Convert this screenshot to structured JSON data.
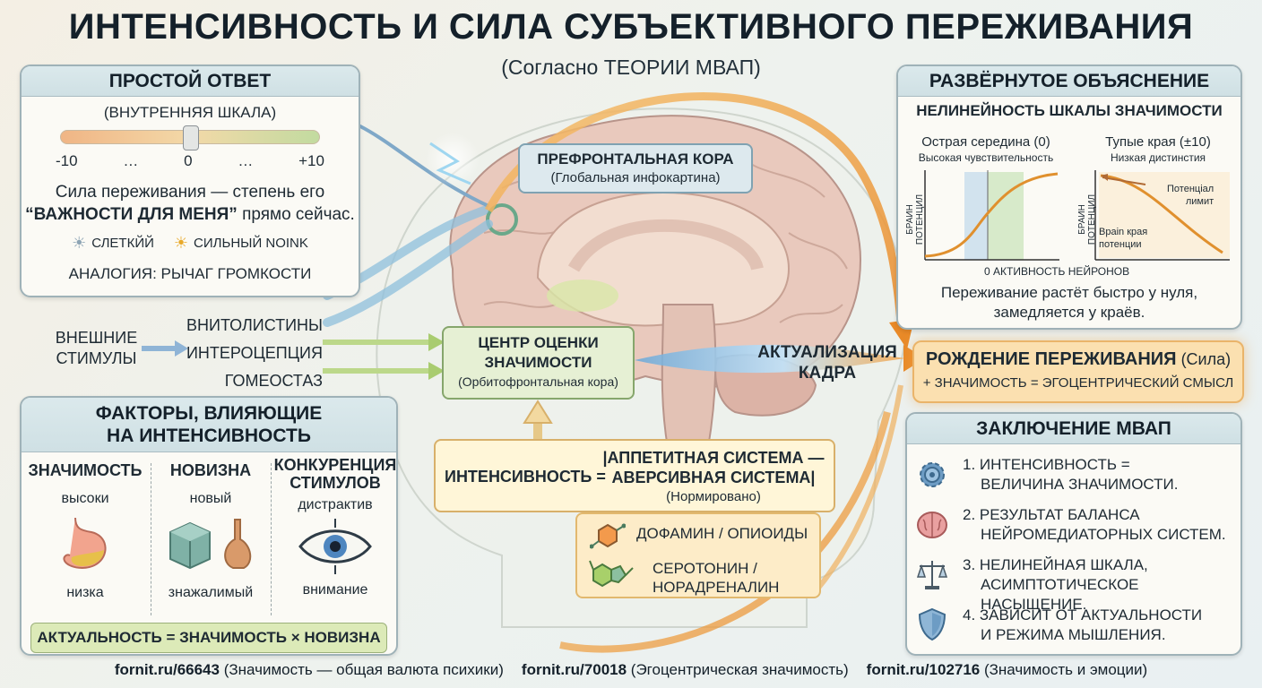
{
  "header": {
    "title": "ИНТЕНСИВНОСТЬ И СИЛА СУБЪЕКТИВНОГО ПЕРЕЖИВАНИЯ",
    "subtitle": "(Согласно ТЕОРИИ МВАП)"
  },
  "simple": {
    "heading": "ПРОСТОЙ ОТВЕТ",
    "scale_label": "(ВНУТРЕННЯЯ ШКАЛА)",
    "scale_value": 0,
    "ticks": [
      "-10",
      "…",
      "0",
      "…",
      "+10"
    ],
    "text1": "Сила переживания — степень его",
    "text2_bold": "“ВАЖНОСТИ ДЛЯ МЕНЯ”",
    "text2_rest": " прямо сейчас.",
    "weak": "СЛЕТКЙЙ",
    "strong": "СИЛЬНЫЙ NOINK",
    "analogy": "АНАЛОГИЯ: РЫЧАГ ГРОМКОСТИ"
  },
  "inputs": {
    "external1": "ВНЕШНИЕ",
    "external2": "СТИМУЛЫ",
    "items": [
      "ВНИТОЛИСТИНЫ",
      "ИНТЕРОЦЕПЦИЯ",
      "ГОМЕОСТАЗ"
    ]
  },
  "factors": {
    "heading1": "ФАКТОРЫ, ВЛИЯЮЩИЕ",
    "heading2": "НА ИНТЕНСИВНОСТЬ",
    "cols": [
      {
        "title": "ЗНАЧИМОСТЬ",
        "top": "высоки",
        "bottom": "низка"
      },
      {
        "title": "НОВИЗНА",
        "top": "новый",
        "bottom": "знажалимый"
      },
      {
        "title1": "КОНКУРЕНЦИЯ",
        "title2": "СТИМУЛОВ",
        "top": "дистрактив",
        "bottom": "внимание"
      }
    ],
    "formula": "АКТУАЛЬНОСТЬ = ЗНАЧИМОСТЬ × НОВИЗНА"
  },
  "brain": {
    "prefrontal_title": "ПРЕФРОНТАЛЬНАЯ КОРА",
    "prefrontal_sub": "(Глобальная инфокартина)",
    "center_title1": "ЦЕНТР ОЦЕНКИ",
    "center_title2": "ЗНАЧИМОСТИ",
    "center_sub": "(Орбитофронтальная кора)",
    "actualization1": "АКТУАЛИЗАЦИЯ",
    "actualization2": "КАДРА"
  },
  "intensity": {
    "label": "ИНТЕНСИВНОСТЬ =",
    "line1": "|АППЕТИТНАЯ СИСТЕМА —",
    "line2": "АВЕРСИВНАЯ СИСТЕМА|",
    "note": "(Нормировано)"
  },
  "mediators": {
    "item1": "ДОФАМИН / ОПИОИДЫ",
    "item2a": "СЕРОТОНИН /",
    "item2b": "НОРАДРЕНАЛИН"
  },
  "expanded": {
    "heading": "РАЗВЁРНУТОЕ ОБЪЯСНЕНИЕ",
    "subheading": "НЕЛИНЕЙНОСТЬ ШКАЛЫ ЗНАЧИМОСТИ",
    "left_title": "Острая середина (0)",
    "left_sub": "Высокая чувствительность",
    "right_title": "Тупые края (±10)",
    "right_sub": "Низкая дистинстия",
    "y_label": "БРАИН ПОТЕНЦИЛ",
    "x_label": "0  АКТИВНОСТЬ НЕЙРОНОВ",
    "right_note1a": "Потенціал",
    "right_note1b": "лимит",
    "right_note2a": "Врain края",
    "right_note2b": "потенции",
    "text1": "Переживание растёт быстро у нуля,",
    "text2": "замедляется у краёв."
  },
  "birth": {
    "title": "РОЖДЕНИЕ ПЕРЕЖИВАНИЯ",
    "title_suffix": " (Сила)",
    "sub": "+ ЗНАЧИМОСТЬ = ЭГОЦЕНТРИЧЕСКИЙ СМЫСЛ"
  },
  "conclusion": {
    "heading": "ЗАКЛЮЧЕНИЕ МВАП",
    "items": [
      {
        "l1": "1. ИНТЕНСИВНОСТЬ =",
        "l2": "ВЕЛИЧИНА ЗНАЧИМОСТИ."
      },
      {
        "l1": "2. РЕЗУЛЬТАТ БАЛАНСА",
        "l2": "НЕЙРОМЕДИАТОРНЫХ СИСТЕМ."
      },
      {
        "l1": "3. НЕЛИНЕЙНАЯ ШКАЛА,",
        "l2": "АСИМПТОТИЧЕСКОЕ НАСЫЩЕНИЕ."
      },
      {
        "l1": "4. ЗАВИСИТ ОТ АКТУАЛЬНОСТИ",
        "l2": "И РЕЖИМА МЫШЛЕНИЯ."
      }
    ]
  },
  "footer": [
    {
      "url": "fornit.ru/66643",
      "desc": " (Значимость — общая валюта психики)"
    },
    {
      "url": "fornit.ru/70018",
      "desc": " (Эгоцентрическая значимость)"
    },
    {
      "url": "fornit.ru/102716",
      "desc": " (Значимость и эмоции)"
    }
  ],
  "colors": {
    "panel_head": "#d4e4e8",
    "accent_orange": "#f0a040",
    "accent_blue": "#7fb4d6",
    "center_box": "#e6f0d4",
    "birth_box": "#fbe0b0"
  }
}
